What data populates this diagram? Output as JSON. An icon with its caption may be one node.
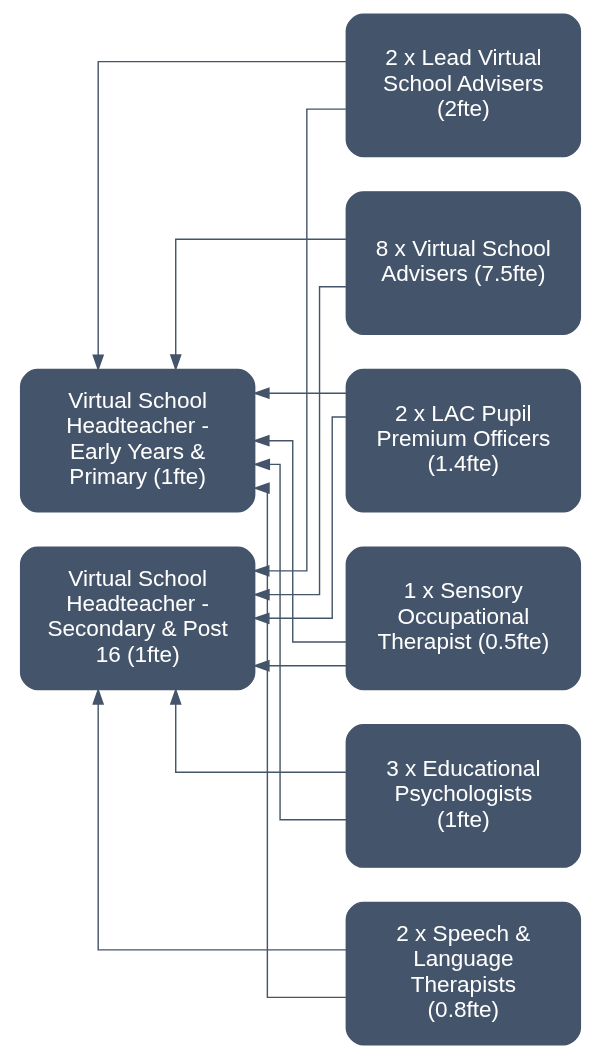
{
  "diagram": {
    "nodes": [
      {
        "text": [
          "Virtual School Headteacher - Early Years & Primary (1fte)"
        ]
      },
      {
        "text": [
          "Virtual School Headteacher - Secondary & Post 16 (1fte)"
        ]
      },
      {
        "text": [
          "2 x Lead Virtual School Advisers (2fte)"
        ]
      },
      {
        "text": [
          "8 x Virtual School Advisers (7.5fte)"
        ]
      },
      {
        "text": [
          "2 x LAC Pupil Premium Officers (1.4fte)"
        ]
      },
      {
        "text": [
          "1 x Sensory Occupational Therapist (0.5fte)"
        ]
      },
      {
        "text": [
          "3 x Educational Psychologists (1fte)"
        ]
      },
      {
        "text": [
          "2 x Speech & Language Therapists (0.8fte)"
        ]
      }
    ],
    "edges": [
      {
        "from": 2,
        "to": 0,
        "arrow": "to"
      },
      {
        "from": 3,
        "to": 0,
        "arrow": "to"
      },
      {
        "from": 4,
        "to": 0,
        "arrow": "to"
      },
      {
        "from": 5,
        "to": 0,
        "arrow": "to"
      },
      {
        "from": 6,
        "to": 0,
        "arrow": "to"
      },
      {
        "from": 7,
        "to": 0,
        "arrow": "to"
      },
      {
        "from": 2,
        "to": 1,
        "arrow": "to"
      },
      {
        "from": 3,
        "to": 1,
        "arrow": "to"
      },
      {
        "from": 4,
        "to": 1,
        "arrow": "to"
      },
      {
        "from": 5,
        "to": 1,
        "arrow": "to"
      },
      {
        "from": 6,
        "to": 1,
        "arrow": "to"
      },
      {
        "from": 7,
        "to": 1,
        "arrow": "to"
      }
    ]
  }
}
